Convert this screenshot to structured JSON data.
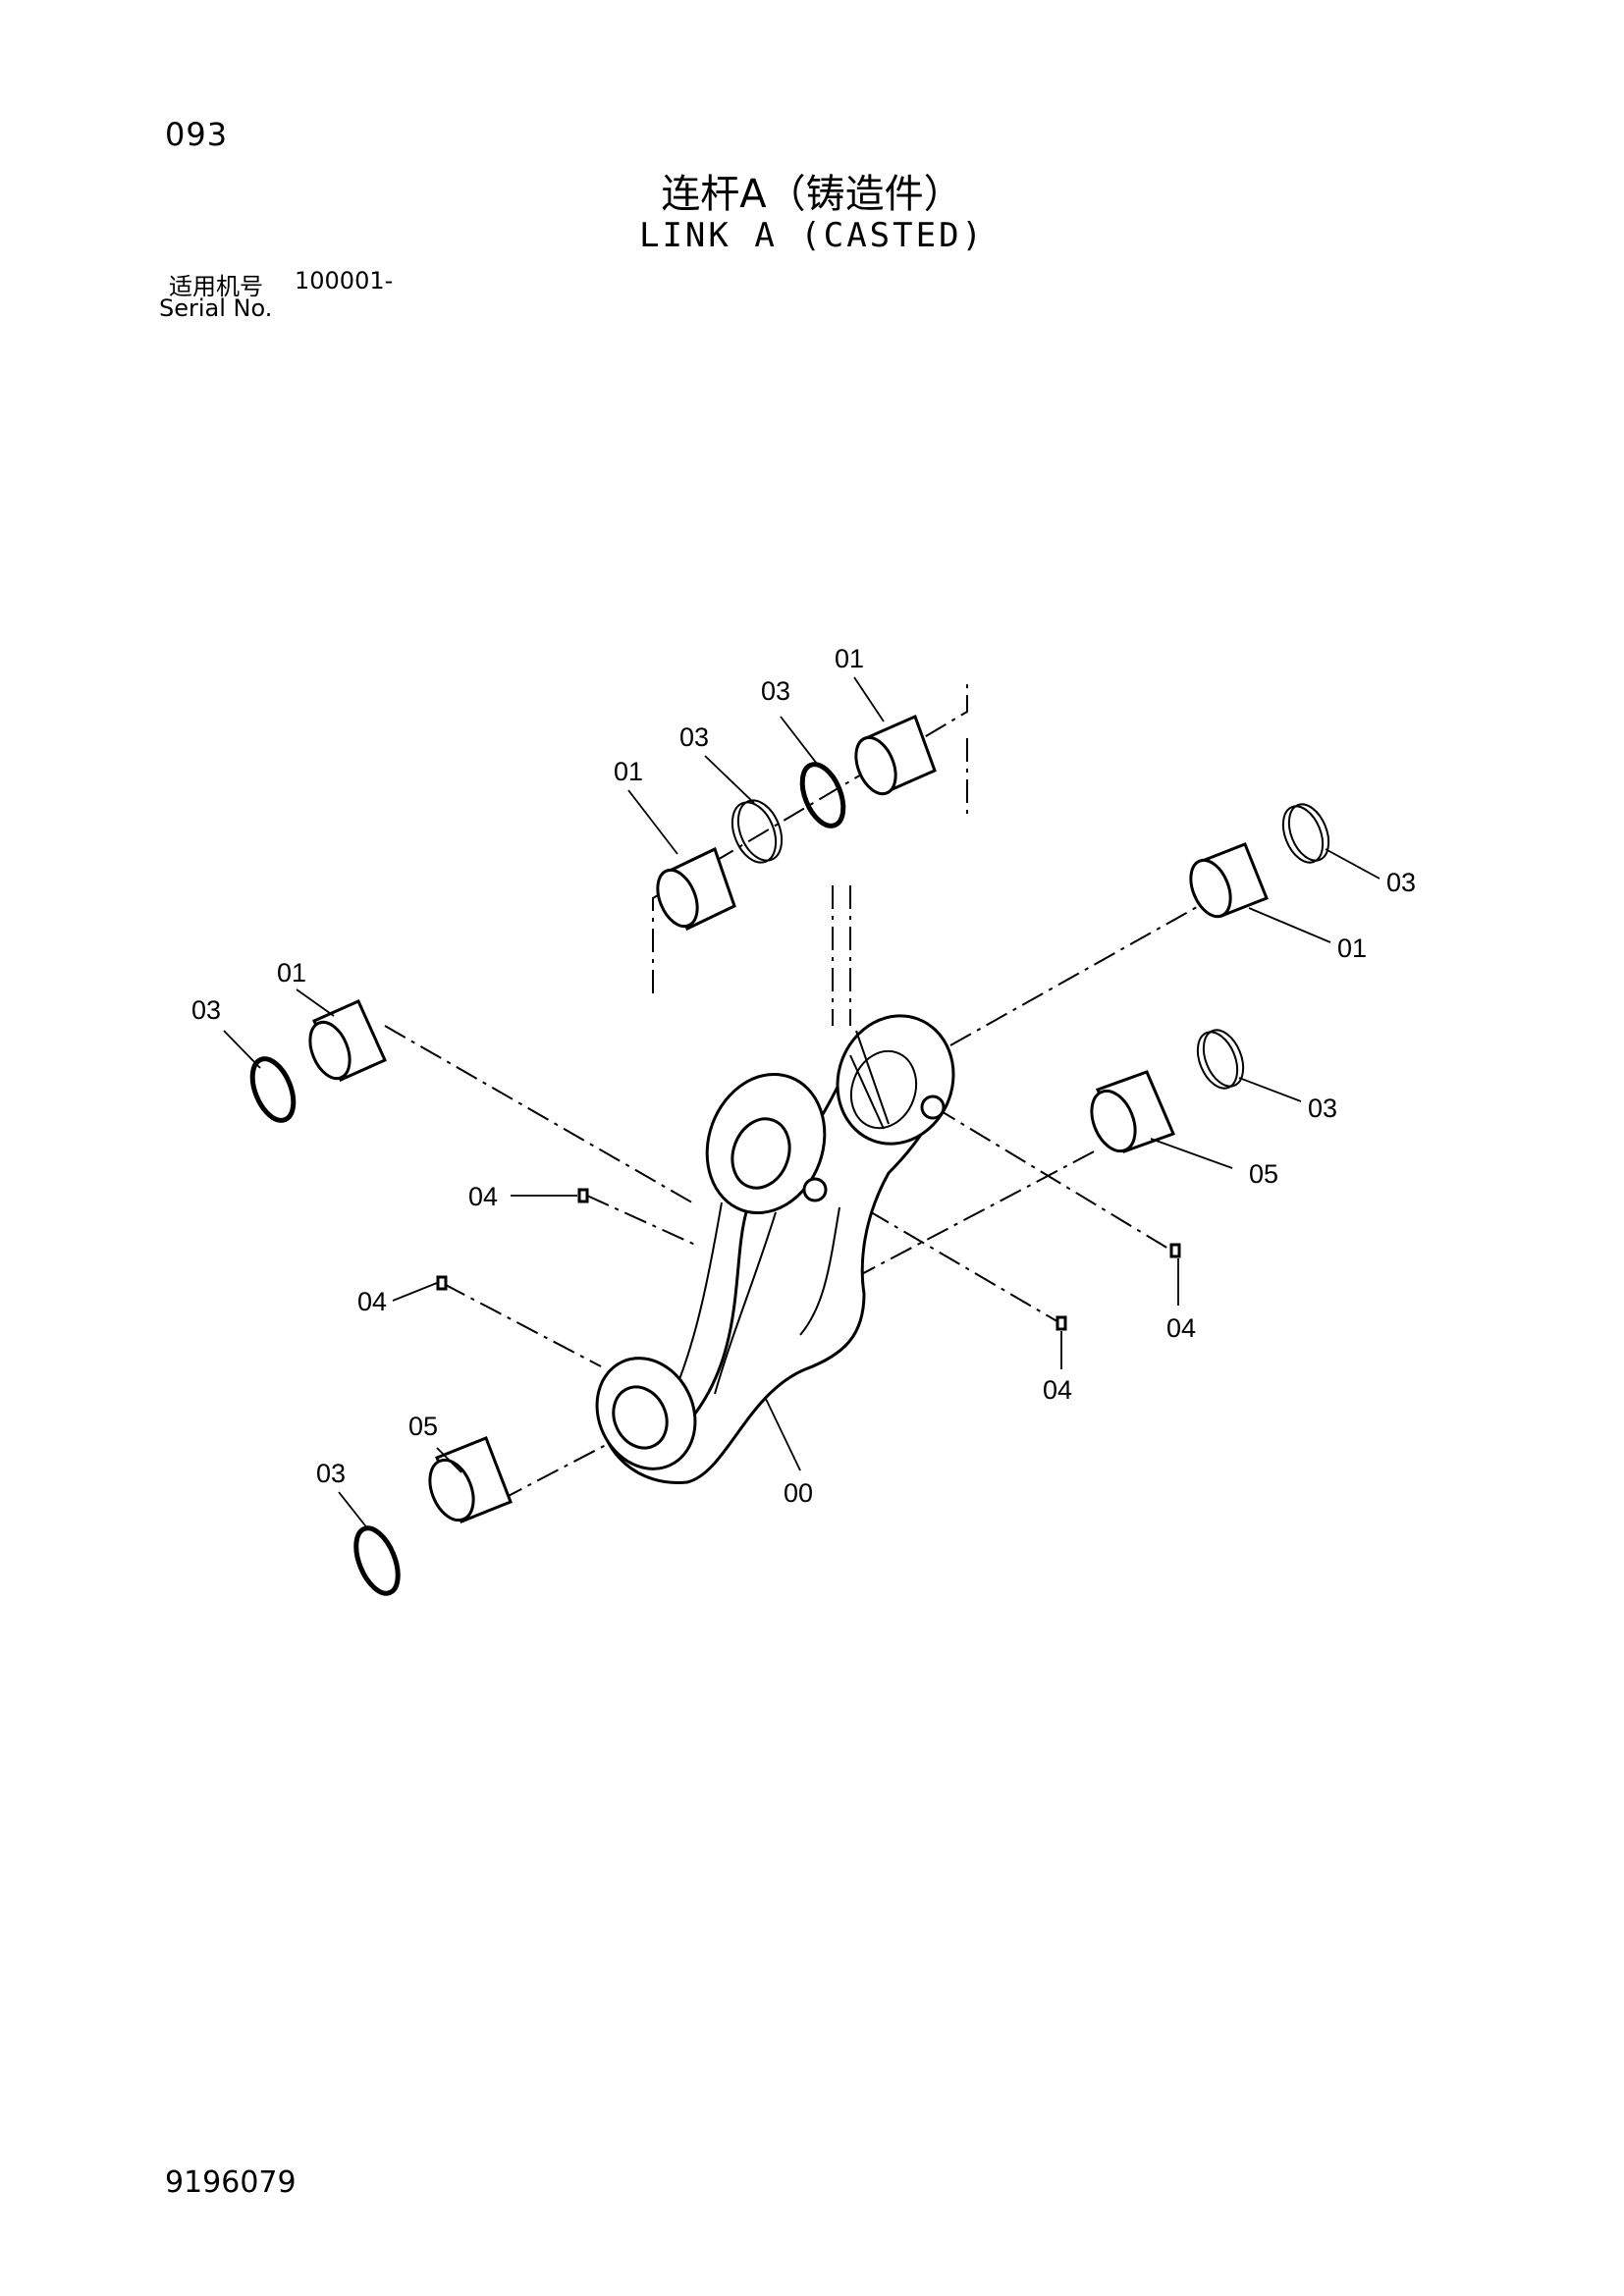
{
  "header": {
    "page_number": "093",
    "title_cn": "连杆A（铸造件）",
    "title_en": "LINK A (CASTED)",
    "serial_label_cn": "适用机号",
    "serial_range": "100001-",
    "serial_label_en": "Serial No."
  },
  "footer": {
    "document_number": "9196079"
  },
  "callouts": {
    "top_01_left": "01",
    "top_03_left": "03",
    "top_03_right": "03",
    "top_01_right": "01",
    "right_03_top": "03",
    "right_01": "01",
    "right_03_mid": "03",
    "right_05": "05",
    "right_04": "04",
    "left_01": "01",
    "left_03_top": "03",
    "mid_04_upper": "04",
    "mid_04_lower": "04",
    "center_04": "04",
    "bottom_05": "05",
    "bottom_03": "03",
    "link_00": "00"
  }
}
